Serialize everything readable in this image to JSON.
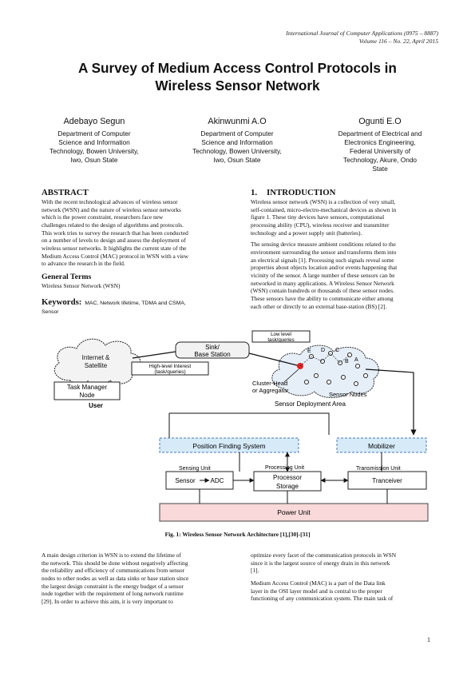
{
  "header": {
    "journal": "International Journal of Computer Applications (0975 – 8887)",
    "volume": "Volume 116 – No. 22, April 2015"
  },
  "title": {
    "line1": "A Survey of Medium Access Control Protocols in",
    "line2": "Wireless Sensor Network"
  },
  "authors": [
    {
      "name": "Adebayo Segun",
      "aff": [
        "Department of Computer",
        "Science and Information",
        "Technology, Bowen University,",
        "Iwo, Osun State"
      ]
    },
    {
      "name": "Akinwunmi A.O",
      "aff": [
        "Department of Computer",
        "Science and Information",
        "Technology, Bowen University,",
        "Iwo, Osun State"
      ]
    },
    {
      "name": "Ogunti E.O",
      "aff": [
        "Department of Electrical and",
        "Electronics Engineering,",
        "Federal University of",
        "Technology, Akure, Ondo",
        "State"
      ]
    }
  ],
  "abstract": {
    "heading": "ABSTRACT",
    "lines": [
      "With the recent technological advances of wireless sensor",
      "network (WSN) and the nature of wireless sensor networks",
      "which is the power constraint, researchers face new",
      "challenges related to the design of algorithms and protocols.",
      "This work tries to survey the research that has been conducted",
      "on a number of levels to design and assess the deployment of",
      "wireless sensor networks. It highlights the current state of the",
      "Medium Access Control (MAC) protocol in WSN with a view",
      "to advance the research in the field."
    ]
  },
  "general_terms": {
    "heading": "General Terms",
    "text": "Wireless Sensor Network (WSN)"
  },
  "keywords": {
    "label": "Keywords:",
    "line1": "MAC, Network lifetime, TDMA and CSMA,",
    "line2": "Sensor"
  },
  "intro": {
    "number": "1.",
    "heading": "INTRODUCTION",
    "para1": [
      "Wireless sensor network (WSN) is a collection of very small,",
      "self-contained, micro-electro-mechanical devices as shown in",
      "figure 1. These tiny devices have sensors, computational",
      "processing ability (CPU), wireless receiver and transmitter",
      "technology and a power supply unit (batteries)."
    ],
    "para2": [
      "The sensing device measure ambient conditions related to the",
      "environment surrounding the sensor and transforms them into",
      "an electrical signals [1]. Processing such signals reveal some",
      "properties about objects location and/or events happening that",
      "vicinity of the sensor. A large number of these sensors can be",
      "networked in many applications. A Wireless Sensor Network",
      "(WSN) contain hundreds or thousands of these sensor nodes.",
      "These sensors have the ability to communicate either among",
      "each other or directly to an external base-station (BS) [2]."
    ]
  },
  "figure": {
    "cloud_label": [
      "Internet &",
      "Satellite"
    ],
    "sink_label": [
      "Sink/",
      "Base Station"
    ],
    "task_label": [
      "Task Manager",
      "Node"
    ],
    "user_label": "User",
    "interest_label": [
      "High-level Interest",
      "(task/queries)"
    ],
    "lowlevel_label": [
      "Low level",
      "task/queries"
    ],
    "cluster_label": [
      "Cluster-Head",
      "or Aggregator"
    ],
    "sensor_nodes_label": "Sensor Nodes",
    "deployment_label": "Sensor Deployment Area",
    "node_letters": [
      "E",
      "D",
      "C",
      "B",
      "A"
    ],
    "position_label": "Position Finding System",
    "mobilizer_label": "Mobilizer",
    "sensing_unit_label": "Sensing Unit",
    "processing_unit_label": "Processing Unit",
    "transmission_unit_label": "Transmission Unit",
    "sensor_label": "Sensor",
    "adc_label": "ADC",
    "processor_label": "Processor",
    "storage_label": "Storage",
    "transceiver_label": "Tranceiver",
    "power_label": "Power Unit",
    "caption": "Fig. 1: Wireless Sensor Network Architecture [1],[30]-[31]"
  },
  "bottom_left": [
    "A main design criterion in WSN is to extend the lifetime of",
    "the network. This should be done without negatively affecting",
    "the reliability and efficiency of communications from sensor",
    "nodes to other nodes as well as data sinks or base station since",
    "the largest design constraint is the energy budget of a sensor",
    "node together with the requirement of long network runtime",
    "[29]. In order to achieve this aim, it is very important to"
  ],
  "bottom_right": {
    "para1": [
      "optimize every facet of the communication protocols in WSN",
      "since it is the largest source of energy drain in this network",
      "[1]."
    ],
    "para2": [
      "Medium Access Control (MAC) is a part of the Data link",
      "layer in the OSI layer model and is central to the proper",
      "functioning of any communication system. The main task of"
    ]
  },
  "page_number": "1"
}
